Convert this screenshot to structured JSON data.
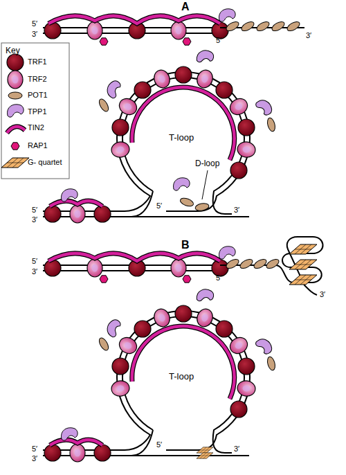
{
  "diagram": {
    "labels": [
      "A",
      "Key",
      "5′",
      "3′",
      "5′",
      "3′",
      "T-loop",
      "D-loop",
      "5′",
      "3′",
      "5′",
      "3′",
      "B",
      "5′",
      "3′",
      "5′",
      "3′",
      "T-loop",
      "5′",
      "3′",
      "5′",
      "3′"
    ],
    "legend": [
      {
        "text": "TRF1"
      },
      {
        "text": "TRF2"
      },
      {
        "text": "POT1"
      },
      {
        "text": "TPP1"
      },
      {
        "text": "TIN2"
      },
      {
        "text": "RAP1"
      },
      {
        "text": "G- quartet"
      }
    ]
  }
}
